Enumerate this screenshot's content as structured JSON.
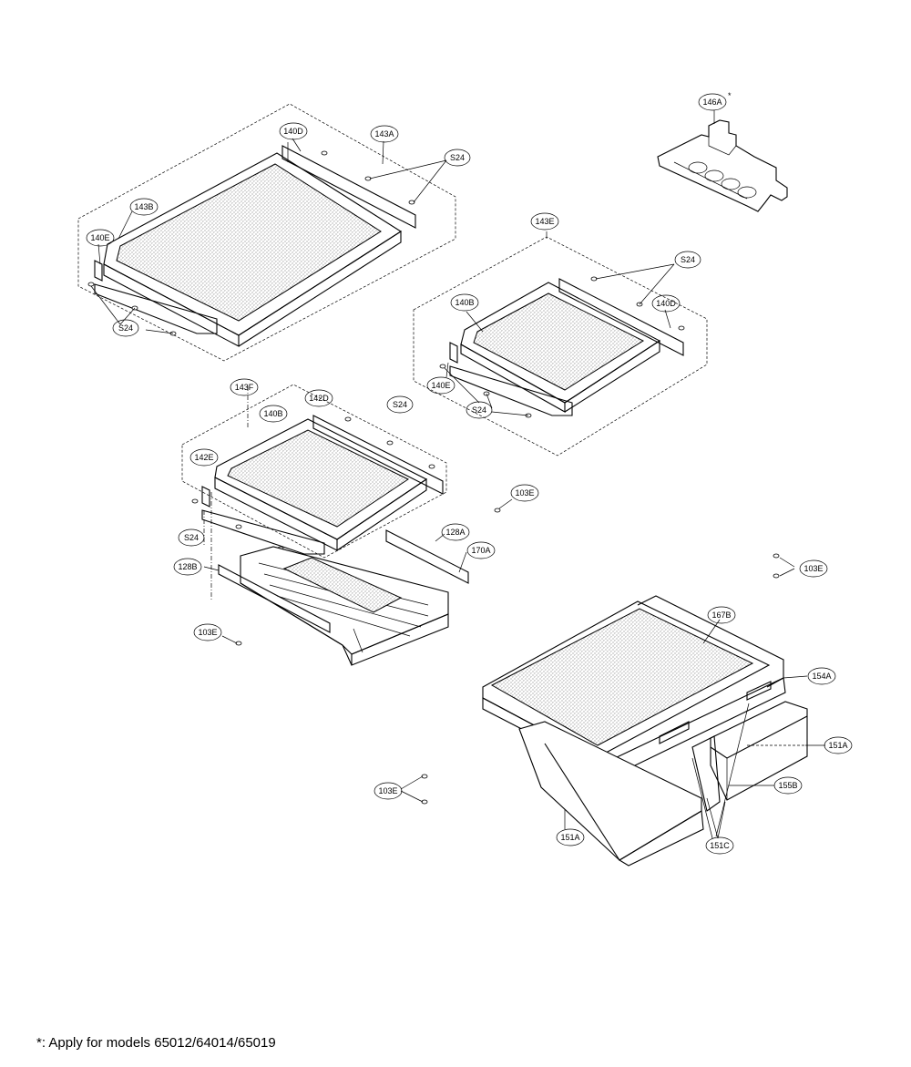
{
  "footnote": "*: Apply for models 65012/64014/65019",
  "labels": {
    "l146A": "146A",
    "l146A_star": "*",
    "l143A": "143A",
    "l140D_a": "140D",
    "l143B": "143B",
    "l140E_a": "140E",
    "l143E": "143E",
    "l140B_a": "140B",
    "l140D_b": "140D",
    "l140E_b": "140E",
    "l143F": "143F",
    "l142D": "142D",
    "l140B_b": "140B",
    "l142E": "142E",
    "l128A": "128A",
    "l170A": "170A",
    "l128B": "128B",
    "l103E_a": "103E",
    "l103E_b": "103E",
    "l103E_c": "103E",
    "l103E_d": "103E",
    "l167B": "167B",
    "l154A": "154A",
    "l151A_a": "151A",
    "l151A_b": "151A",
    "l155B": "155B",
    "l151C": "151C",
    "s24_a": "S24",
    "s24_b": "S24",
    "s24_c": "S24",
    "s24_d": "S24",
    "s24_e": "S24",
    "s24_f": "S24"
  }
}
